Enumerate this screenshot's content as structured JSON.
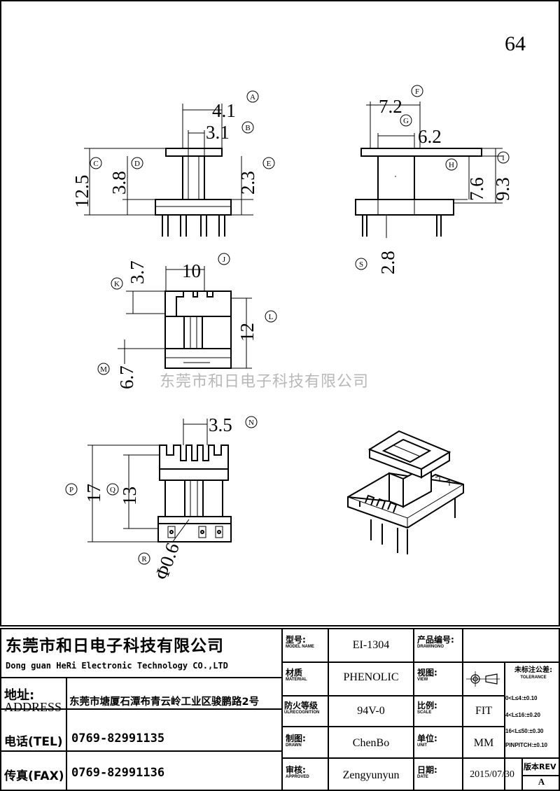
{
  "page_number": "64",
  "watermark": "东莞市和日电子科技有限公司",
  "dimensions": {
    "d_4_1": "4.1",
    "d_3_1": "3.1",
    "d_12_5": "12.5",
    "d_3_8": "3.8",
    "d_2_3": "2.3",
    "d_7_2": "7.2",
    "d_6_2": "6.2",
    "d_7_6": "7.6",
    "d_9_3": "9.3",
    "d_2_8": "2.8",
    "d_3_7": "3.7",
    "d_10": "10",
    "d_12": "12",
    "d_6_7": "6.7",
    "d_3_5": "3.5",
    "d_17": "17",
    "d_13": "13",
    "d_phi_0_6": "Φ0.6"
  },
  "markers": {
    "A": "A",
    "B": "B",
    "C": "C",
    "D": "D",
    "E": "E",
    "F": "F",
    "G": "G",
    "H": "H",
    "I": "I",
    "J": "J",
    "K": "K",
    "L": "L",
    "M": "M",
    "N": "N",
    "P": "P",
    "Q": "Q",
    "R": "R",
    "S": "S"
  },
  "title_block": {
    "company_cn": "东莞市和日电子科技有限公司",
    "company_en": "Dong guan HeRi Electronic Technology CO.,LTD",
    "address_label_cn": "地址:",
    "address_label_en": "ADDRESS",
    "address_value": "东莞市塘厦石潭布青云岭工业区骏鹏路2号",
    "tel_label": "电话(TEL)",
    "tel_value": "0769-82991135",
    "fax_label": "传真(FAX)",
    "fax_value": "0769-82991136",
    "model_label_cn": "型号:",
    "model_label_en": "MODEL NAME",
    "model_value": "EI-1304",
    "drawing_no_label_cn": "产品编号:",
    "drawing_no_label_en": "DRAWINGNO",
    "drawing_no_value": "",
    "material_label_cn": "材质",
    "material_label_en": "MATERIAL",
    "material_value": "PHENOLIC",
    "view_label_cn": "视图:",
    "view_label_en": "VIEW",
    "tolerance_label_cn": "未标注公差:",
    "tolerance_label_en": "TOLERANCE",
    "tolerance_1": "0<L≤4:±0.10",
    "tolerance_2": "4<L≤16:±0.20",
    "tolerance_3": "16<L≤50:±0.30",
    "tolerance_4": "PINPITCH:±0.10",
    "flame_label_cn": "防火等级",
    "flame_label_en": "ULRECOGNITION",
    "flame_value": "94V-0",
    "scale_label_cn": "比例:",
    "scale_label_en": "SCALE",
    "scale_value": "FIT",
    "drawn_label_cn": "制图:",
    "drawn_label_en": "DRAWN",
    "drawn_value": "ChenBo",
    "unit_label_cn": "单位:",
    "unit_label_en": "UNIT",
    "unit_value": "MM",
    "approved_label_cn": "审核:",
    "approved_label_en": "APPROVED",
    "approved_value": "Zengyunyun",
    "date_label_cn": "日期:",
    "date_label_en": "DATE",
    "date_value": "2015/07/30",
    "rev_label": "版本REV",
    "rev_value": "A"
  }
}
